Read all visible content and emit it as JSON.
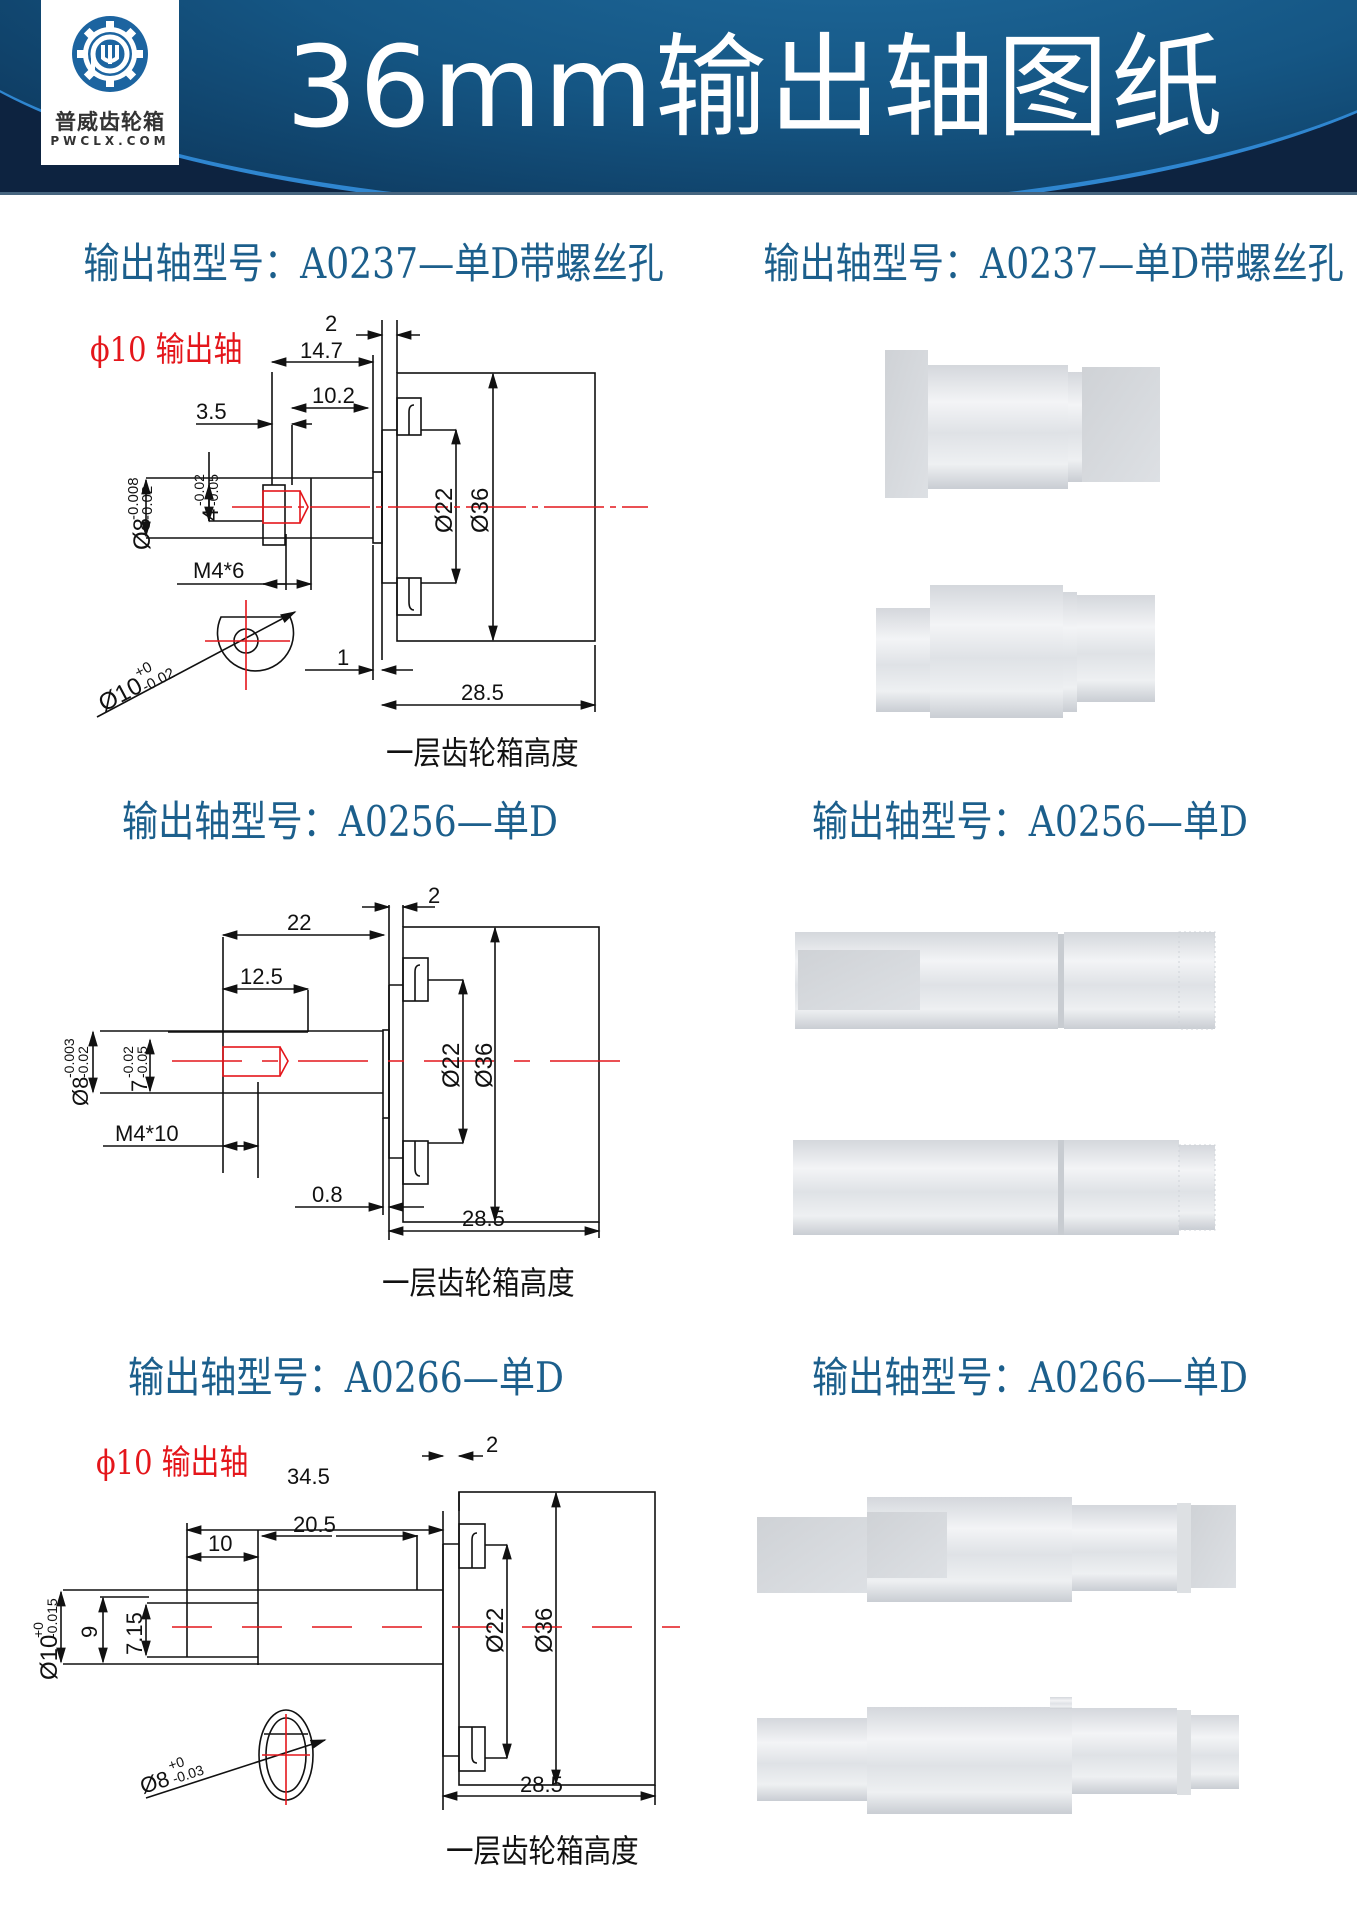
{
  "header": {
    "title": "36mm输出轴图纸",
    "logo": {
      "name_cn": "普威齿轮箱",
      "name_en": "PWCLX.COM",
      "icon": "gear-p-logo-icon"
    }
  },
  "colors": {
    "navy": "#0d2340",
    "heading_blue": "#1c5f8c",
    "dimension_red": "#e4161b"
  },
  "sections": [
    {
      "heading_drawing": "输出轴型号：A0237—单D带螺丝孔",
      "heading_photo": "输出轴型号：A0237—单D带螺丝孔",
      "red_label": "ϕ10 输出轴",
      "caption": "一层齿轮箱高度",
      "dims": {
        "d_2": "2",
        "d_14_7": "14.7",
        "d_10_2": "10.2",
        "d_3_5": "3.5",
        "shaft_dia": "Ø8",
        "shaft_tol_upper": "-0.008",
        "shaft_tol_lower": "-0.02",
        "flat": "4",
        "flat_tol_upper": "-0.02",
        "flat_tol_lower": "-0.05",
        "thread": "M4*6",
        "d_1": "1",
        "d_28_5": "28.5",
        "d_22": "Ø22",
        "d_36": "Ø36",
        "end_dia": "Ø10",
        "end_tol_upper": "+0",
        "end_tol_lower": "-0.02"
      }
    },
    {
      "heading_drawing": "输出轴型号：A0256—单D",
      "heading_photo": "输出轴型号：A0256—单D",
      "caption": "一层齿轮箱高度",
      "dims": {
        "d_2": "2",
        "d_22_len": "22",
        "d_12_5": "12.5",
        "shaft_dia": "Ø8",
        "shaft_tol_upper": "-0.003",
        "shaft_tol_lower": "-0.02",
        "flat": "7",
        "flat_tol_upper": "-0.02",
        "flat_tol_lower": "-0.05",
        "thread": "M4*10",
        "d_0_8": "0.8",
        "d_28_5": "28.5",
        "d_22": "Ø22",
        "d_36": "Ø36"
      }
    },
    {
      "heading_drawing": "输出轴型号：A0266—单D",
      "heading_photo": "输出轴型号：A0266—单D",
      "red_label": "ϕ10 输出轴",
      "caption": "一层齿轮箱高度",
      "dims": {
        "d_2": "2",
        "d_34_5": "34.5",
        "d_20_5": "20.5",
        "d_10": "10",
        "shaft_dia": "Ø10",
        "shaft_tol_upper": "+0",
        "shaft_tol_lower": "-0.015",
        "d_9": "9",
        "d_7_15": "7.15",
        "d_28_5": "28.5",
        "d_22": "Ø22",
        "d_36": "Ø36",
        "end_dia": "Ø8",
        "end_tol_upper": "+0",
        "end_tol_lower": "-0.03"
      }
    }
  ]
}
